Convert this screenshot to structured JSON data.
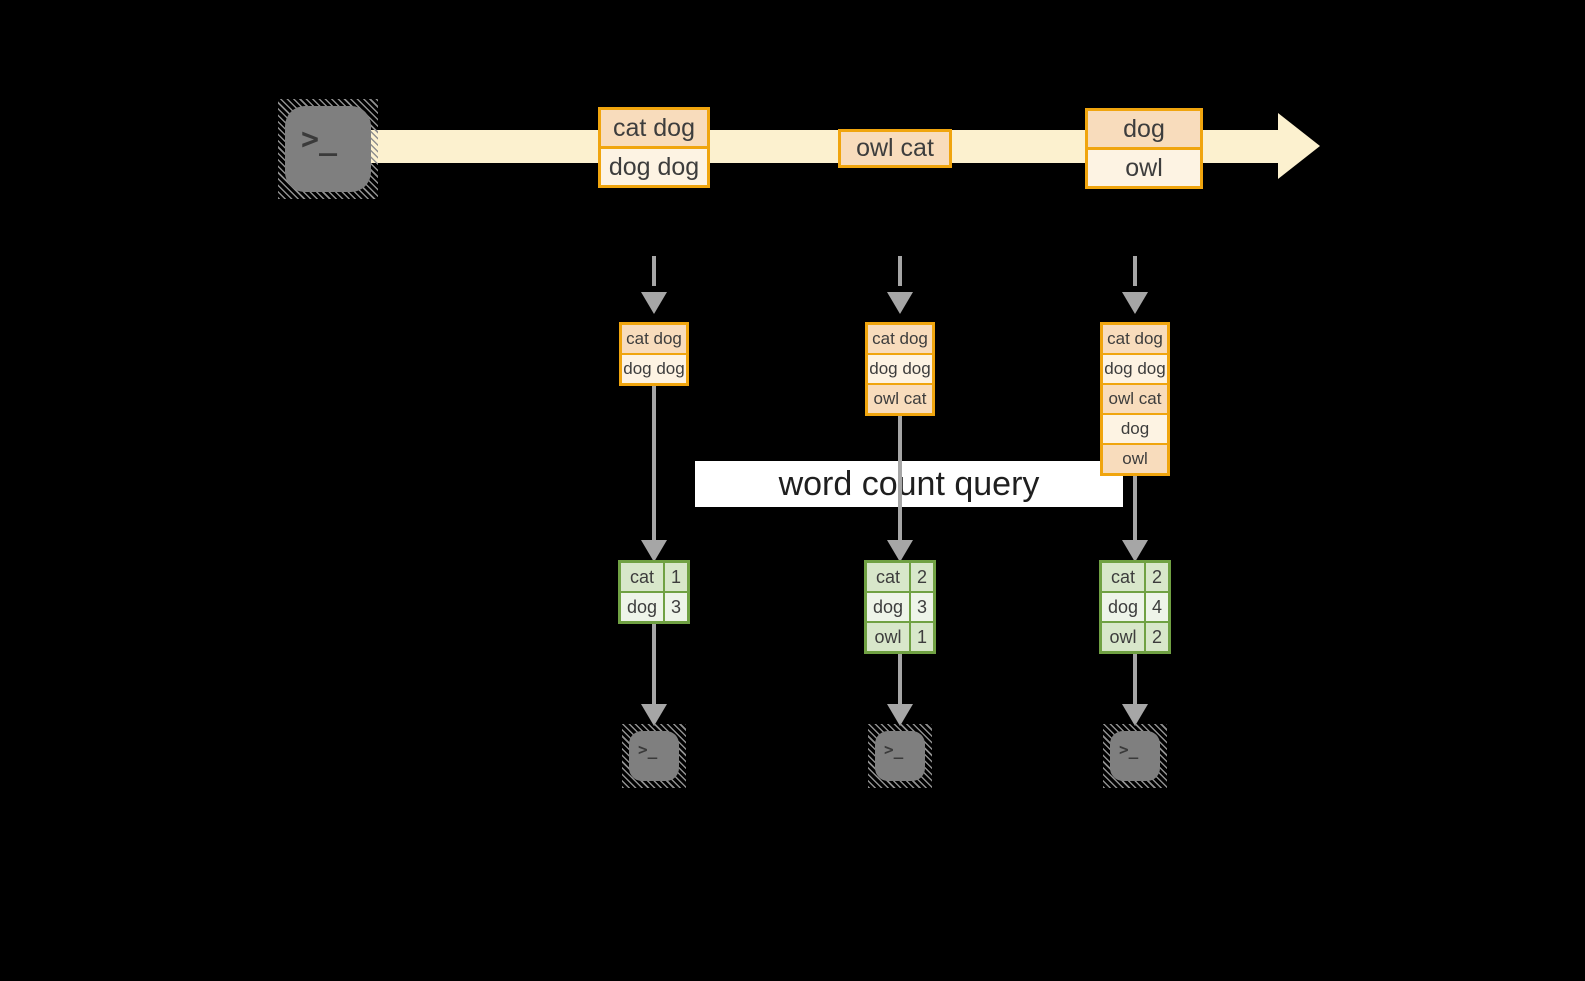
{
  "label": {
    "text": "word count query"
  },
  "icons": {
    "prompt_glyph": ">_"
  },
  "stream": {
    "events": [
      {
        "cells": [
          "cat dog",
          "dog dog"
        ]
      },
      {
        "cells": [
          "owl cat"
        ]
      },
      {
        "cells": [
          "dog",
          "owl"
        ]
      }
    ]
  },
  "columns": [
    {
      "buffer": [
        "cat dog",
        "dog dog"
      ],
      "table": [
        {
          "word": "cat",
          "count": "1"
        },
        {
          "word": "dog",
          "count": "3"
        }
      ]
    },
    {
      "buffer": [
        "cat dog",
        "dog dog",
        "owl cat"
      ],
      "table": [
        {
          "word": "cat",
          "count": "2"
        },
        {
          "word": "dog",
          "count": "3"
        },
        {
          "word": "owl",
          "count": "1"
        }
      ]
    },
    {
      "buffer": [
        "cat dog",
        "dog dog",
        "owl cat",
        "dog",
        "owl"
      ],
      "table": [
        {
          "word": "cat",
          "count": "2"
        },
        {
          "word": "dog",
          "count": "4"
        },
        {
          "word": "owl",
          "count": "2"
        }
      ]
    }
  ],
  "colors": {
    "background": "#000000",
    "stream_band": "#fcf1cf",
    "event_border": "#f0a50e",
    "event_fill_dark": "#f8dcbc",
    "event_fill_light": "#fdf3e3",
    "table_border": "#70a143",
    "table_fill_dark": "#d8e7ca",
    "table_fill_light": "#eef4e9",
    "connector_gray": "#a6a6a6",
    "terminal_gray": "#7f7f7f",
    "label_background": "#ffffff"
  }
}
